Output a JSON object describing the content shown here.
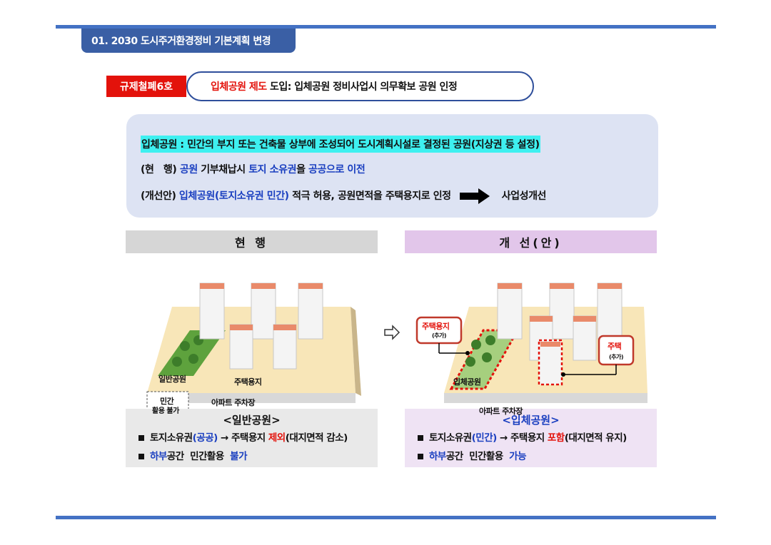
{
  "header": {
    "section_title": "01. 2030 도시주거환경정비 기본계획 변경"
  },
  "regulation": {
    "badge": "규제철폐6호",
    "title_highlight": "입체공원 제도",
    "title_rest": " 도입: 입체공원 정비사업시 의무확보 공원 인정"
  },
  "summary": {
    "definition": "입체공원 : 민간의 부지 또는 건축물 상부에 조성되어 도시계획시설로 결정된 공원(지상권 등 설정)",
    "current": {
      "label": "(현   행) ",
      "park": "공원",
      "mid": " 기부채납시 ",
      "land": "토지 소유권",
      "mid2": "을 ",
      "transfer": "공공으로 이전"
    },
    "improved": {
      "label": "(개선안) ",
      "park": "입체공원(토지소유권 민간)",
      "rest": " 적극 허용, 공원면적을 주택용지로 인정",
      "result": "사업성개선"
    }
  },
  "panels": {
    "current": {
      "header": "현  행",
      "labels": {
        "park": "일반공원",
        "housing": "주택용지",
        "private_use": "민간",
        "private_use2": "활용 불가",
        "parking": "아파트 주차장"
      },
      "footer_title": "<일반공원>",
      "item1_a": "토지소유권",
      "item1_b": "(공공)",
      "item1_c": " → 주택용지 ",
      "item1_d": "제외",
      "item1_e": "(대지면적 감소)",
      "item2_a": "하부",
      "item2_b": "공간  민간활용  ",
      "item2_c": "불가"
    },
    "improved": {
      "header": "개  선(안)",
      "labels": {
        "housing_callout": "주택용지",
        "housing_callout_sub": "(추가)",
        "house_callout": "주택",
        "house_callout_sub": "(추가)",
        "park": "입체공원",
        "parking": "아파트 주차장"
      },
      "footer_title": "<입체공원>",
      "item1_a": "토지소유권",
      "item1_b": "(민간)",
      "item1_c": " → 주택용지 ",
      "item1_d": "포함",
      "item1_e": "(대지면적 유지)",
      "item2_a": "하부",
      "item2_b": "공간  민간활용  ",
      "item2_c": "가능"
    }
  },
  "colors": {
    "rule": "#4472c4",
    "tab": "#3a5fa5",
    "badge": "#e3120b",
    "emphasis_blue": "#1a3fc0",
    "summary_bg": "#dde3f3",
    "highlight": "#3ef0f0"
  },
  "icons": {
    "arrow_right": "thick-right-arrow-icon",
    "arrow_between": "hollow-right-arrow-icon"
  }
}
